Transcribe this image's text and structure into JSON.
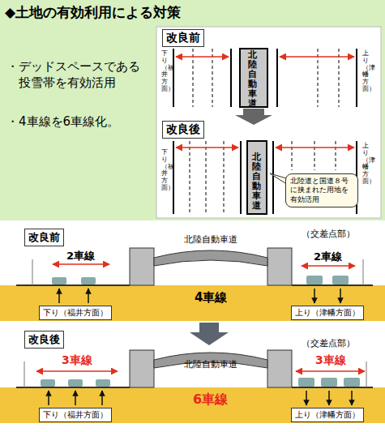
{
  "diagram": {
    "title": "◆土地の有効利用による対策",
    "nodes": [
      {
        "text": [
          "改良前"
        ]
      },
      {
        "text": [
          "改良後"
        ]
      },
      {
        "text": [
          "北陸道と国道８号に挟まれた用地を有効活用"
        ]
      },
      {
        "text": [
          "改良前"
        ]
      },
      {
        "text": [
          "下り（福井方面）"
        ]
      },
      {
        "text": [
          "上り（津幡方面）"
        ]
      },
      {
        "text": [
          "改良後"
        ]
      },
      {
        "text": [
          "下り（福井方面）"
        ]
      },
      {
        "text": [
          "上り（津幡方面）"
        ]
      }
    ],
    "labels": [
      "・デッドスペースである投雪帯を有効活用",
      "・4車線を6車線化。",
      "下り（福井方面）",
      "北陸自動車道",
      "上り（津幡方面）",
      "下り（福井方面）",
      "北陸自動車道",
      "上り（津幡方面）",
      "2車線",
      "北陸自動車道",
      "（交差点部）",
      "2車線",
      "4車線",
      "3車線",
      "北陸自動車道",
      "（交差点部）",
      "3車線",
      "6車線"
    ]
  }
}
